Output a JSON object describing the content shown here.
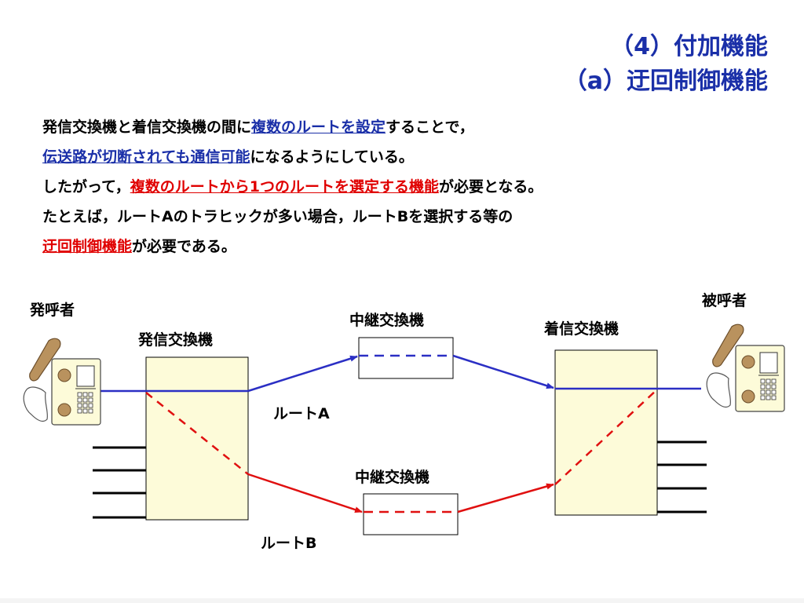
{
  "title": {
    "line1": "（4）付加機能",
    "line2": "（a）迂回制御機能"
  },
  "body": {
    "line1_a": "発信交換機と着信交換機の間に",
    "line1_b": "複数のルートを設定",
    "line1_c": "することで，",
    "line2_a": "伝送路が切断されても通信可能",
    "line2_b": "になるようにしている。",
    "line3_a": "したがって，",
    "line3_b": "複数のルートから1つのルートを選定する機能",
    "line3_c": "が必要となる。",
    "line4": "たとえば，ルートAのトラヒックが多い場合，ルートBを選択する等の",
    "line5_a": "迂回制御機能",
    "line5_b": "が必要である。"
  },
  "diagram": {
    "caller_label": "発呼者",
    "callee_label": "被呼者",
    "origin_exchange_label": "発信交換機",
    "dest_exchange_label": "着信交換機",
    "relay_a_label": "中継交換機",
    "relay_b_label": "中継交換機",
    "route_a_label": "ルートA",
    "route_b_label": "ルートB",
    "colors": {
      "route_a": "#2b2fc4",
      "route_b": "#e01010",
      "exchange_fill": "#fdfbd9",
      "title": "#1a2fa8"
    }
  }
}
